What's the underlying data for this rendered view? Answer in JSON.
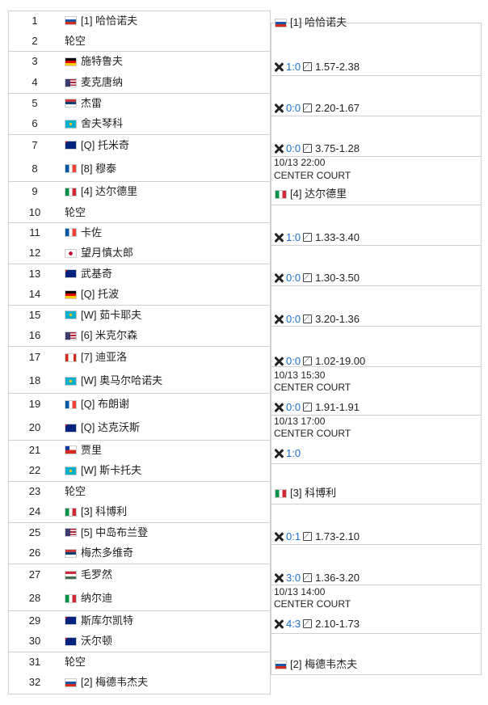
{
  "bracket": {
    "players": [
      {
        "seed_no": "1",
        "flag": "RUS",
        "name": "[1] 哈恰诺夫"
      },
      {
        "seed_no": "2",
        "flag": "",
        "name": "轮空"
      },
      {
        "seed_no": "3",
        "flag": "GER",
        "name": "施特鲁夫"
      },
      {
        "seed_no": "4",
        "flag": "USA",
        "name": "麦克唐纳"
      },
      {
        "seed_no": "5",
        "flag": "SRB",
        "name": "杰雷"
      },
      {
        "seed_no": "6",
        "flag": "KAZ",
        "name": "舍夫琴科"
      },
      {
        "seed_no": "7",
        "flag": "AUS",
        "name": "[Q] 托米奇"
      },
      {
        "seed_no": "8",
        "flag": "FRA",
        "name": "[8] 穆泰"
      },
      {
        "seed_no": "9",
        "flag": "ITA",
        "name": "[4] 达尔德里"
      },
      {
        "seed_no": "10",
        "flag": "",
        "name": "轮空"
      },
      {
        "seed_no": "11",
        "flag": "FRA",
        "name": "卡佐"
      },
      {
        "seed_no": "12",
        "flag": "JPN",
        "name": "望月慎太郎"
      },
      {
        "seed_no": "13",
        "flag": "AUS",
        "name": "武基奇"
      },
      {
        "seed_no": "14",
        "flag": "GER",
        "name": "[Q] 托波"
      },
      {
        "seed_no": "15",
        "flag": "KAZ",
        "name": "[W] 茹卡耶夫"
      },
      {
        "seed_no": "16",
        "flag": "USA",
        "name": "[6] 米克尔森"
      },
      {
        "seed_no": "17",
        "flag": "CAN",
        "name": "[7] 迪亚洛"
      },
      {
        "seed_no": "18",
        "flag": "KAZ",
        "name": "[W] 奥马尔哈诺夫"
      },
      {
        "seed_no": "19",
        "flag": "FRA",
        "name": "[Q] 布朗谢"
      },
      {
        "seed_no": "20",
        "flag": "AUS",
        "name": "[Q] 达克沃斯"
      },
      {
        "seed_no": "21",
        "flag": "CHI",
        "name": "贾里"
      },
      {
        "seed_no": "22",
        "flag": "KAZ",
        "name": "[W] 斯卡托夫"
      },
      {
        "seed_no": "23",
        "flag": "",
        "name": "轮空"
      },
      {
        "seed_no": "24",
        "flag": "ITA",
        "name": "[3] 科博利"
      },
      {
        "seed_no": "25",
        "flag": "USA",
        "name": "[5] 中岛布兰登"
      },
      {
        "seed_no": "26",
        "flag": "SRB",
        "name": "梅杰多维奇"
      },
      {
        "seed_no": "27",
        "flag": "HUN",
        "name": "毛罗然"
      },
      {
        "seed_no": "28",
        "flag": "ITA",
        "name": "纳尔迪"
      },
      {
        "seed_no": "29",
        "flag": "AUS",
        "name": "斯库尔凯特"
      },
      {
        "seed_no": "30",
        "flag": "AUS",
        "name": "沃尔顿"
      },
      {
        "seed_no": "31",
        "flag": "",
        "name": "轮空"
      },
      {
        "seed_no": "32",
        "flag": "RUS",
        "name": "[2] 梅德韦杰夫"
      }
    ],
    "round2": [
      {
        "winner_flag": "RUS",
        "winner": "[1] 哈恰诺夫",
        "score": "1:0",
        "odds": "1.57-2.38"
      },
      {
        "score": "0:0",
        "odds": "2.20-1.67"
      },
      {
        "score": "0:0",
        "odds": "3.75-1.28",
        "date": "10/13 22:00",
        "court": "CENTER COURT"
      },
      {
        "winner_flag": "ITA",
        "winner": "[4] 达尔德里",
        "score": "1:0",
        "odds": "1.33-3.40"
      },
      {
        "score": "0:0",
        "odds": "1.30-3.50"
      },
      {
        "score": "0:0",
        "odds": "3.20-1.36"
      },
      {
        "score": "0:0",
        "odds": "1.02-19.00",
        "date": "10/13 15:30",
        "court": "CENTER COURT"
      },
      {
        "score": "0:0",
        "odds": "1.91-1.91",
        "date": "10/13 17:00",
        "court": "CENTER COURT"
      },
      {
        "score": "1:0",
        "odds": ""
      },
      {
        "winner_flag": "ITA",
        "winner": "[3] 科博利",
        "score": "0:1",
        "odds": "1.73-2.10"
      },
      {
        "score": "3:0",
        "odds": "1.36-3.20",
        "date": "10/13 14:00",
        "court": "CENTER COURT"
      },
      {
        "score": "4:3",
        "odds": "2.10-1.73"
      },
      {
        "winner_flag": "RUS",
        "winner": "[2] 梅德韦杰夫"
      }
    ],
    "flag_colors": {
      "RUS": [
        "#ffffff",
        "#1c57a5",
        "#d52b1e"
      ],
      "GER": [
        "#000000",
        "#dd0000",
        "#ffce00"
      ],
      "USA": [
        "#b22234",
        "#ffffff",
        "#3c3b6e"
      ],
      "SRB": [
        "#c6363c",
        "#0c4076",
        "#ffffff"
      ],
      "KAZ": [
        "#00afca",
        "#fec50c"
      ],
      "AUS": [
        "#00247d",
        "#ffffff",
        "#cf142b"
      ],
      "FRA": [
        "#0055a4",
        "#ffffff",
        "#ef4135"
      ],
      "ITA": [
        "#009246",
        "#ffffff",
        "#ce2b37"
      ],
      "JPN": [
        "#ffffff",
        "#bc002d"
      ],
      "CAN": [
        "#d52b1e",
        "#ffffff"
      ],
      "CHI": [
        "#ffffff",
        "#d52b1e",
        "#0039a6"
      ],
      "HUN": [
        "#cd2a3e",
        "#ffffff",
        "#436f4d"
      ]
    }
  }
}
